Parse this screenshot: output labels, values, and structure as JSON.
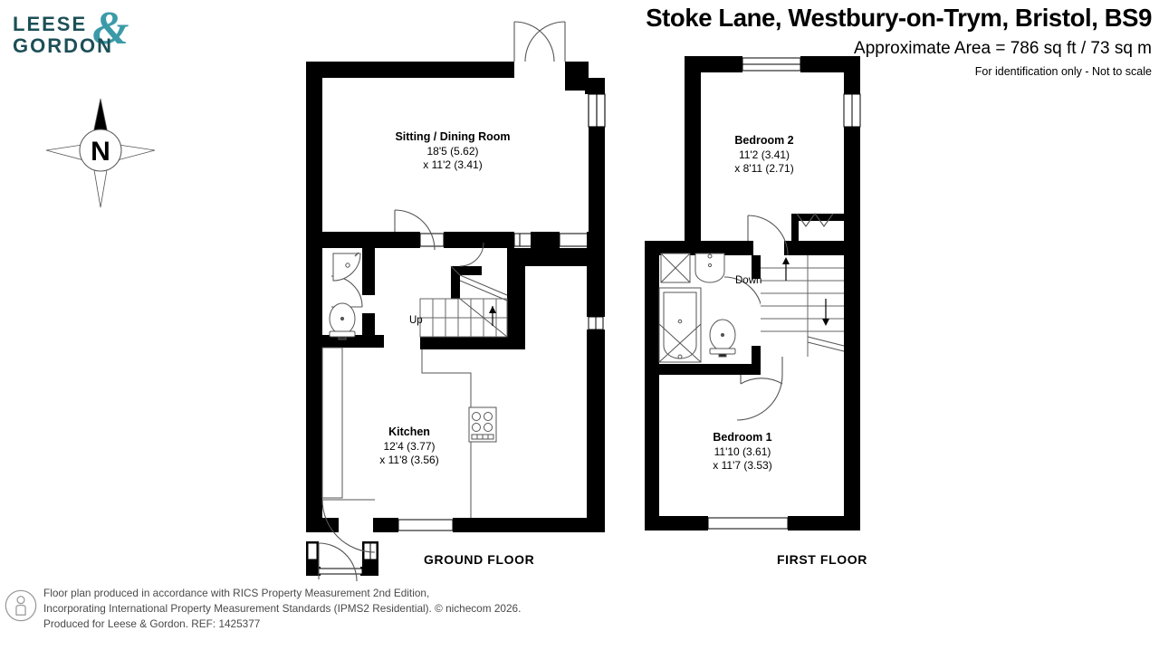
{
  "brand": {
    "name_line1": "LEESE",
    "name_line2": "GORDON",
    "ampersand": "&",
    "color_dark": "#1d4f57",
    "color_accent": "#3b9aa8"
  },
  "header": {
    "title": "Stoke Lane, Westbury-on-Trym, Bristol, BS9",
    "approximate_area": "Approximate Area = 786 sq ft / 73 sq m",
    "disclaimer": "For identification only - Not to scale"
  },
  "compass": {
    "label": "N",
    "name": "compass-rose"
  },
  "floors": [
    {
      "id": "ground",
      "label": "GROUND FLOOR",
      "rooms": [
        {
          "id": "sitting-dining-room",
          "name": "Sitting / Dining Room",
          "dim_line1": "18'5 (5.62)",
          "dim_line2": "x 11'2 (3.41)"
        },
        {
          "id": "kitchen",
          "name": "Kitchen",
          "dim_line1": "12'4 (3.77)",
          "dim_line2": "x 11'8 (3.56)"
        }
      ],
      "stair_direction": "Up",
      "fixtures": [
        "corner-sink",
        "toilet",
        "hob",
        "worktop",
        "staircase"
      ]
    },
    {
      "id": "first",
      "label": "FIRST FLOOR",
      "rooms": [
        {
          "id": "bedroom-2",
          "name": "Bedroom 2",
          "dim_line1": "11'2 (3.41)",
          "dim_line2": "x 8'11 (2.71)"
        },
        {
          "id": "bedroom-1",
          "name": "Bedroom 1",
          "dim_line1": "11'10 (3.61)",
          "dim_line2": "x 11'7 (3.53)"
        }
      ],
      "stair_direction": "Down",
      "fixtures": [
        "shower-cubicle",
        "wash-basin",
        "bath",
        "toilet",
        "staircase",
        "airing-cupboard"
      ]
    }
  ],
  "footer": {
    "icon": "person-in-circle-icon",
    "line1": "Floor plan produced in accordance with RICS Property Measurement 2nd Edition,",
    "line2": "Incorporating International Property Measurement Standards (IPMS2 Residential).   © nichecom 2026.",
    "line3": "Produced for Leese & Gordon.   REF: 1425377"
  }
}
